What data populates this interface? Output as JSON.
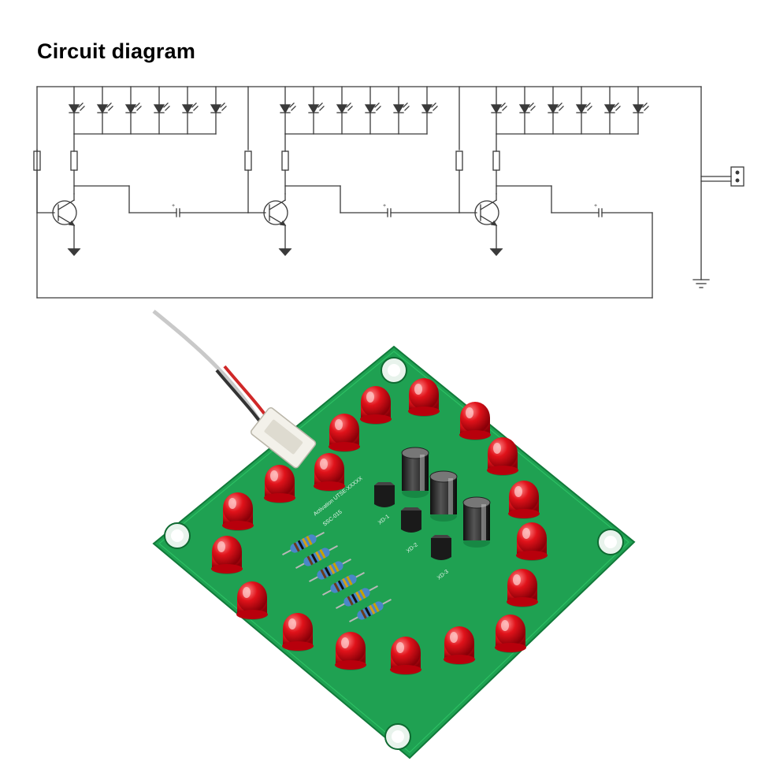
{
  "page": {
    "title": "Circuit diagram"
  },
  "schematic": {
    "stages": 3,
    "leds_per_stage": 6,
    "wire_color": "#3a3a3a"
  },
  "board": {
    "pcb_color": "#1fa152",
    "led_color": "#e0121a",
    "led_count": 18,
    "silkscreen": [
      "Activation UTSE-XXXXX",
      "SSC-015",
      "XD-1",
      "XD-2",
      "XD-3"
    ]
  }
}
